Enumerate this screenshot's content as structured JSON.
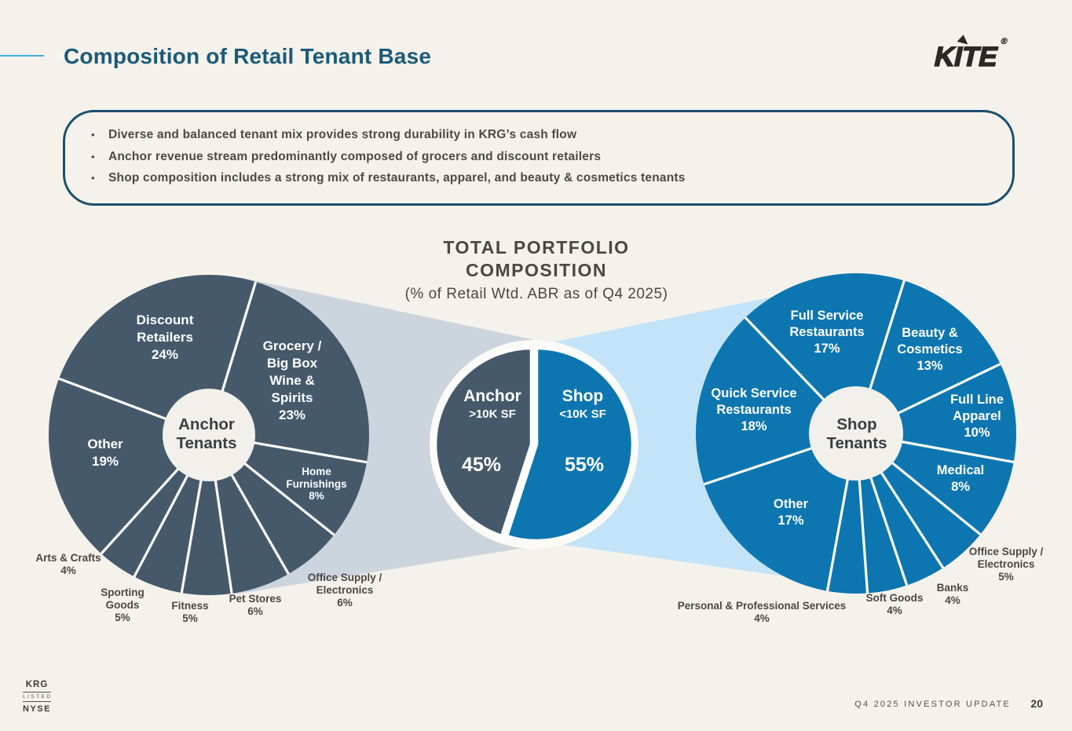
{
  "header": {
    "title": "Composition of Retail Tenant Base",
    "logo": {
      "k": "K",
      "i": "I",
      "te": "TE",
      "reg": "®"
    }
  },
  "summary": {
    "bullet_char": "•",
    "bullets": [
      "Diverse and balanced tenant mix provides strong durability in KRG’s cash flow",
      "Anchor revenue stream predominantly composed of grocers and discount retailers",
      "Shop composition includes a strong mix of restaurants, apparel, and beauty & cosmetics tenants"
    ]
  },
  "chart_heading": {
    "line1": "TOTAL PORTFOLIO",
    "line2": "COMPOSITION",
    "subtitle": "(% of Retail Wtd. ABR as of Q4 2025)"
  },
  "chart_data": [
    {
      "type": "pie",
      "subtype": "donut",
      "title": "Anchor Tenants",
      "center_label": "Anchor Tenants",
      "unit": "% of Retail Wtd. ABR",
      "order": "clockwise",
      "segments": [
        {
          "label": "Grocery / Big Box Wine & Spirits",
          "value": 23,
          "pct_label": "23%",
          "label_lines": [
            "Grocery /",
            "Big Box",
            "Wine &",
            "Spirits"
          ]
        },
        {
          "label": "Home Furnishings",
          "value": 8,
          "pct_label": "8%",
          "label_lines": [
            "Home",
            "Furnishings"
          ]
        },
        {
          "label": "Office Supply / Electronics",
          "value": 6,
          "pct_label": "6%",
          "label_lines": [
            "Office Supply /",
            "Electronics"
          ]
        },
        {
          "label": "Pet Stores",
          "value": 6,
          "pct_label": "6%",
          "label_lines": [
            "Pet Stores"
          ]
        },
        {
          "label": "Fitness",
          "value": 5,
          "pct_label": "5%",
          "label_lines": [
            "Fitness"
          ]
        },
        {
          "label": "Sporting Goods",
          "value": 5,
          "pct_label": "5%",
          "label_lines": [
            "Sporting",
            "Goods"
          ]
        },
        {
          "label": "Arts & Crafts",
          "value": 4,
          "pct_label": "4%",
          "label_lines": [
            "Arts & Crafts"
          ]
        },
        {
          "label": "Other",
          "value": 19,
          "pct_label": "19%",
          "label_lines": [
            "Other"
          ]
        },
        {
          "label": "Discount Retailers",
          "value": 24,
          "pct_label": "24%",
          "label_lines": [
            "Discount",
            "Retailers"
          ]
        }
      ]
    },
    {
      "type": "pie",
      "title": "Total Portfolio Split",
      "segments": [
        {
          "label": "Anchor",
          "sublabel": ">10K SF",
          "value": 45,
          "pct_label": "45%",
          "color_key": "slate"
        },
        {
          "label": "Shop",
          "sublabel": "<10K SF",
          "value": 55,
          "pct_label": "55%",
          "color_key": "blue"
        }
      ]
    },
    {
      "type": "pie",
      "subtype": "donut",
      "title": "Shop Tenants",
      "center_label": "Shop Tenants",
      "unit": "% of Retail Wtd. ABR",
      "order": "clockwise",
      "segments": [
        {
          "label": "Beauty & Cosmetics",
          "value": 13,
          "pct_label": "13%",
          "label_lines": [
            "Beauty &",
            "Cosmetics"
          ]
        },
        {
          "label": "Full Line Apparel",
          "value": 10,
          "pct_label": "10%",
          "label_lines": [
            "Full Line",
            "Apparel"
          ]
        },
        {
          "label": "Medical",
          "value": 8,
          "pct_label": "8%",
          "label_lines": [
            "Medical"
          ]
        },
        {
          "label": "Office Supply / Electronics",
          "value": 5,
          "pct_label": "5%",
          "label_lines": [
            "Office Supply /",
            "Electronics"
          ]
        },
        {
          "label": "Banks",
          "value": 4,
          "pct_label": "4%",
          "label_lines": [
            "Banks"
          ]
        },
        {
          "label": "Soft Goods",
          "value": 4,
          "pct_label": "4%",
          "label_lines": [
            "Soft Goods"
          ]
        },
        {
          "label": "Personal & Professional Services",
          "value": 4,
          "pct_label": "4%",
          "label_lines": [
            "Personal & Professional Services"
          ]
        },
        {
          "label": "Other",
          "value": 17,
          "pct_label": "17%",
          "label_lines": [
            "Other"
          ]
        },
        {
          "label": "Quick Service Restaurants",
          "value": 18,
          "pct_label": "18%",
          "label_lines": [
            "Quick Service",
            "Restaurants"
          ]
        },
        {
          "label": "Full Service Restaurants",
          "value": 17,
          "pct_label": "17%",
          "label_lines": [
            "Full Service",
            "Restaurants"
          ]
        }
      ]
    }
  ],
  "colors": {
    "background": "#f5f2ec",
    "slate": "#46596b",
    "blue": "#0d76b0",
    "hole": "#f2f0ea",
    "gray_band": "#ccd5de",
    "blue_band": "#c3e4f8",
    "divider": "#ffffff",
    "title_teal": "#1b5a77",
    "box_border": "#1a4f6e",
    "text_dark": "#4a4845",
    "pie_ring": "#fbfaf6"
  },
  "footer": {
    "listing": {
      "line1": "KRG",
      "line2": "LISTED",
      "line3": "NYSE"
    },
    "right_text": "Q4 2025 INVESTOR UPDATE",
    "page_number": "20"
  }
}
